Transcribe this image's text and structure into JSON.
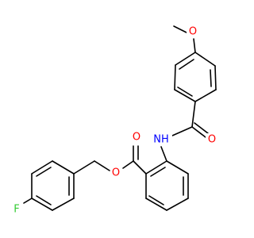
{
  "molecule": {
    "atoms": {
      "oxygen_methoxy": {
        "label": "O",
        "color": "#ff0000"
      },
      "oxygen_amide": {
        "label": "O",
        "color": "#ff0000"
      },
      "nitrogen_amide": {
        "label": "NH",
        "color": "#0000ff"
      },
      "oxygen_ester_carbonyl": {
        "label": "O",
        "color": "#ff0000"
      },
      "oxygen_ester": {
        "label": "O",
        "color": "#ff0000"
      },
      "fluorine": {
        "label": "F",
        "color": "#33cc33"
      }
    },
    "bond_color": "#000000"
  }
}
